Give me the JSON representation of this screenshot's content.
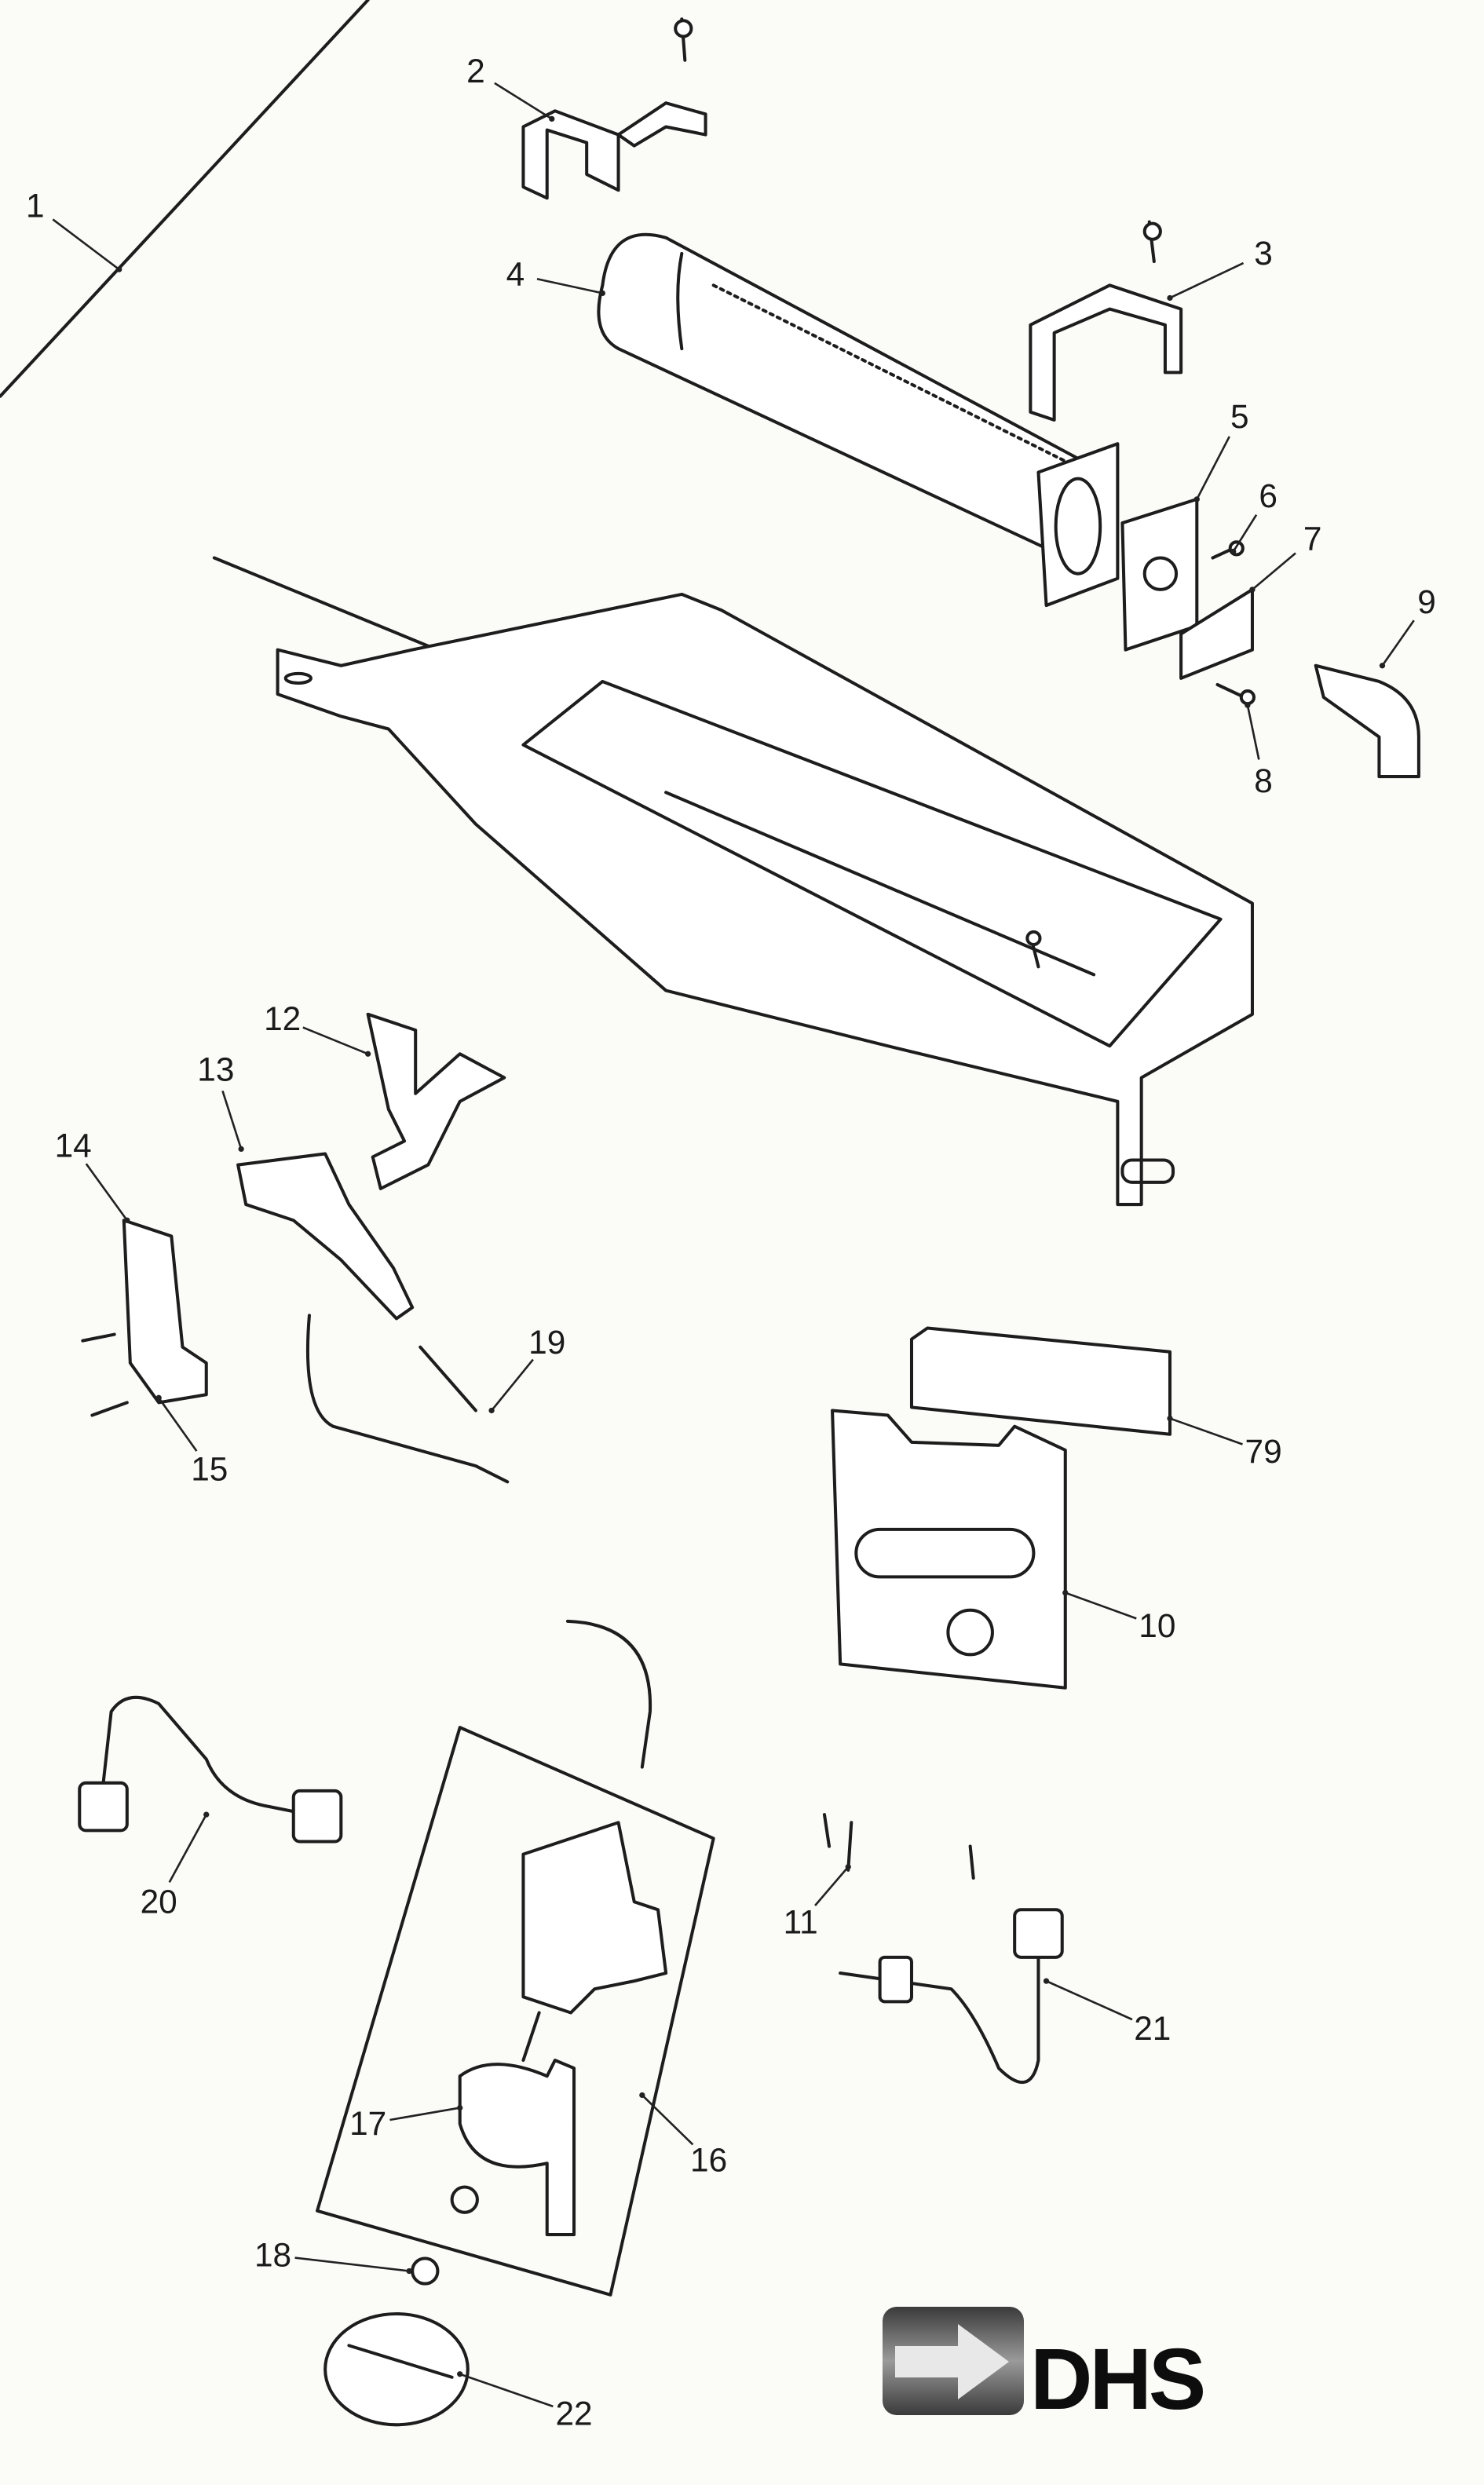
{
  "diagram": {
    "labels": [
      {
        "id": "1",
        "text": "1"
      },
      {
        "id": "2",
        "text": "2"
      },
      {
        "id": "3",
        "text": "3"
      },
      {
        "id": "4",
        "text": "4"
      },
      {
        "id": "5",
        "text": "5"
      },
      {
        "id": "6",
        "text": "6"
      },
      {
        "id": "7",
        "text": "7"
      },
      {
        "id": "8",
        "text": "8"
      },
      {
        "id": "9",
        "text": "9"
      },
      {
        "id": "10",
        "text": "10"
      },
      {
        "id": "11",
        "text": "11"
      },
      {
        "id": "12",
        "text": "12"
      },
      {
        "id": "13",
        "text": "13"
      },
      {
        "id": "14",
        "text": "14"
      },
      {
        "id": "15",
        "text": "15"
      },
      {
        "id": "16",
        "text": "16"
      },
      {
        "id": "17",
        "text": "17"
      },
      {
        "id": "18",
        "text": "18"
      },
      {
        "id": "19",
        "text": "19"
      },
      {
        "id": "20",
        "text": "20"
      },
      {
        "id": "21",
        "text": "21"
      },
      {
        "id": "22",
        "text": "22"
      },
      {
        "id": "79",
        "text": "79"
      }
    ]
  },
  "logo": {
    "text": "DHS",
    "colors": {
      "mark_dark": "#3a3a3a",
      "mark_light": "#bdbdbd",
      "text": "#0d0d0d"
    }
  }
}
